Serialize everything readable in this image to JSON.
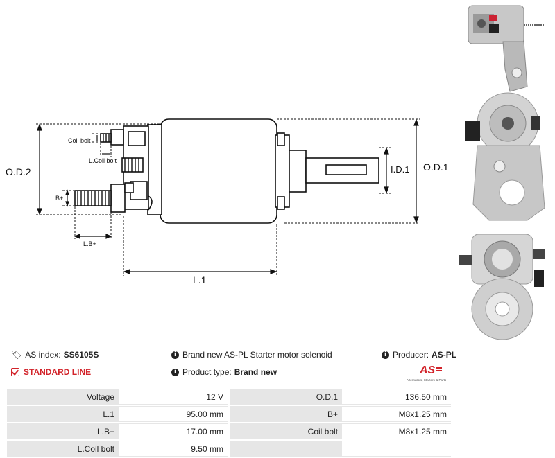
{
  "diagram": {
    "labels": {
      "od2": "O.D.2",
      "od1": "O.D.1",
      "id1": "I.D.1",
      "l1": "L.1",
      "coil_bolt": "Coil bolt",
      "l_coil_bolt": "L.Coil bolt",
      "b_plus": "B+",
      "lb_plus": "L.B+"
    }
  },
  "info": {
    "as_index_label": "AS index:",
    "as_index_value": "SS6105S",
    "standard_line": "STANDARD LINE",
    "description": "Brand new AS-PL Starter motor solenoid",
    "product_type_label": "Product type:",
    "product_type_value": "Brand new",
    "producer_label": "Producer:",
    "producer_value": "AS-PL"
  },
  "logo": {
    "text": "AS",
    "tagline": "Alternators, Starters & Parts"
  },
  "specs": [
    {
      "label_left": "Voltage",
      "value_left": "12 V",
      "label_right": "O.D.1",
      "value_right": "136.50 mm"
    },
    {
      "label_left": "L.1",
      "value_left": "95.00 mm",
      "label_right": "B+",
      "value_right": "M8x1.25 mm"
    },
    {
      "label_left": "L.B+",
      "value_left": "17.00 mm",
      "label_right": "Coil bolt",
      "value_right": "M8x1.25 mm"
    },
    {
      "label_left": "L.Coil bolt",
      "value_left": "9.50 mm",
      "label_right": "",
      "value_right": ""
    }
  ],
  "colors": {
    "accent_red": "#d2232a",
    "label_bg": "#e6e6e6"
  }
}
